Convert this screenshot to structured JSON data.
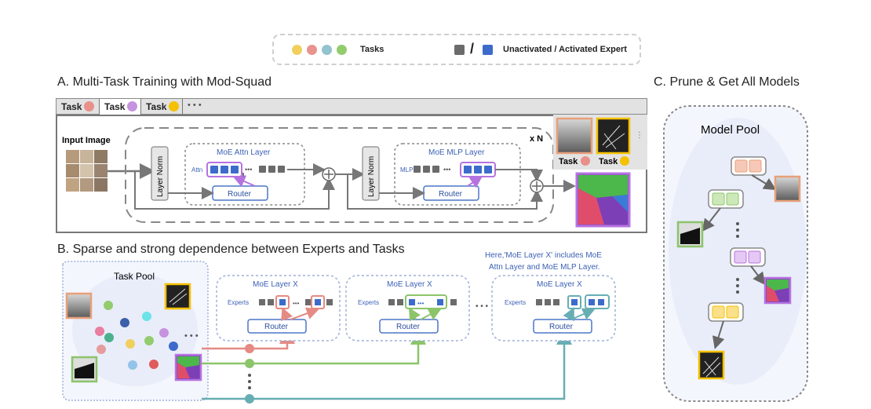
{
  "legend": {
    "tasks_label": "Tasks",
    "expert_label": "Unactivated / Activated Expert",
    "slash": "/",
    "task_colors": [
      "#f1cf5e",
      "#e9938e",
      "#92c3cf",
      "#93cc6d"
    ],
    "unactivated_color": "#6b6b6b",
    "activated_color": "#3d6bcc"
  },
  "section_a": {
    "title": "A. Multi-Task Training with Mod-Squad",
    "tabs": [
      {
        "label": "Task",
        "color": "#e8908a"
      },
      {
        "label": "Task",
        "color": "#c693df"
      },
      {
        "label": "Task",
        "color": "#f5c000"
      }
    ],
    "tabs_more": "• • •",
    "input_label": "Input Image",
    "layer_norm": "Layer Norm",
    "moe_attn": "MoE Attn Layer",
    "attn": "Attn",
    "router": "Router",
    "moe_mlp": "MoE MLP Layer",
    "mlp": "MLP",
    "repeat": "x N",
    "output_tasks": [
      {
        "label": "Task",
        "color": "#e8908a"
      },
      {
        "label": "Task",
        "color": "#f5c000"
      }
    ]
  },
  "section_b": {
    "title": "B. Sparse and strong dependence between Experts and Tasks",
    "note": "Here,'MoE Layer X' includes MoE Attn Layer and MoE MLP Layer.",
    "task_pool": "Task Pool",
    "layer_x": "MoE Layer X",
    "experts": "Experts",
    "router": "Router",
    "dots": "• • •",
    "ellipsis_h": "•••"
  },
  "section_c": {
    "title": "C. Prune & Get All Models",
    "model_pool": "Model Pool"
  }
}
